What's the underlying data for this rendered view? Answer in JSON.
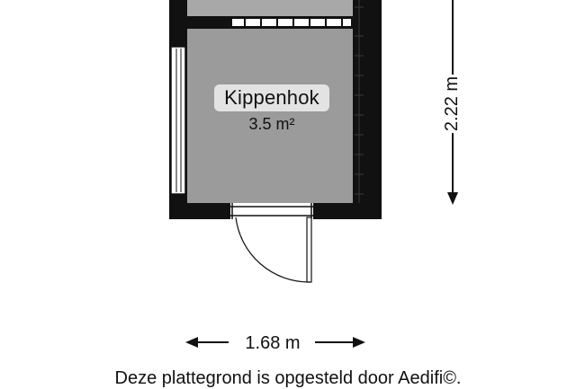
{
  "room": {
    "name": "Kippenhok",
    "area": "3.5 m²"
  },
  "dimensions": {
    "height": "2.22 m",
    "width": "1.68 m"
  },
  "footer": {
    "text": "Deze plattegrond is opgesteld door Aedifi©."
  },
  "colors": {
    "wall": "#111111",
    "floor": "#9b9b9b",
    "adjacent_floor": "#a8a8a8",
    "label_background": "#e3e3e3"
  }
}
